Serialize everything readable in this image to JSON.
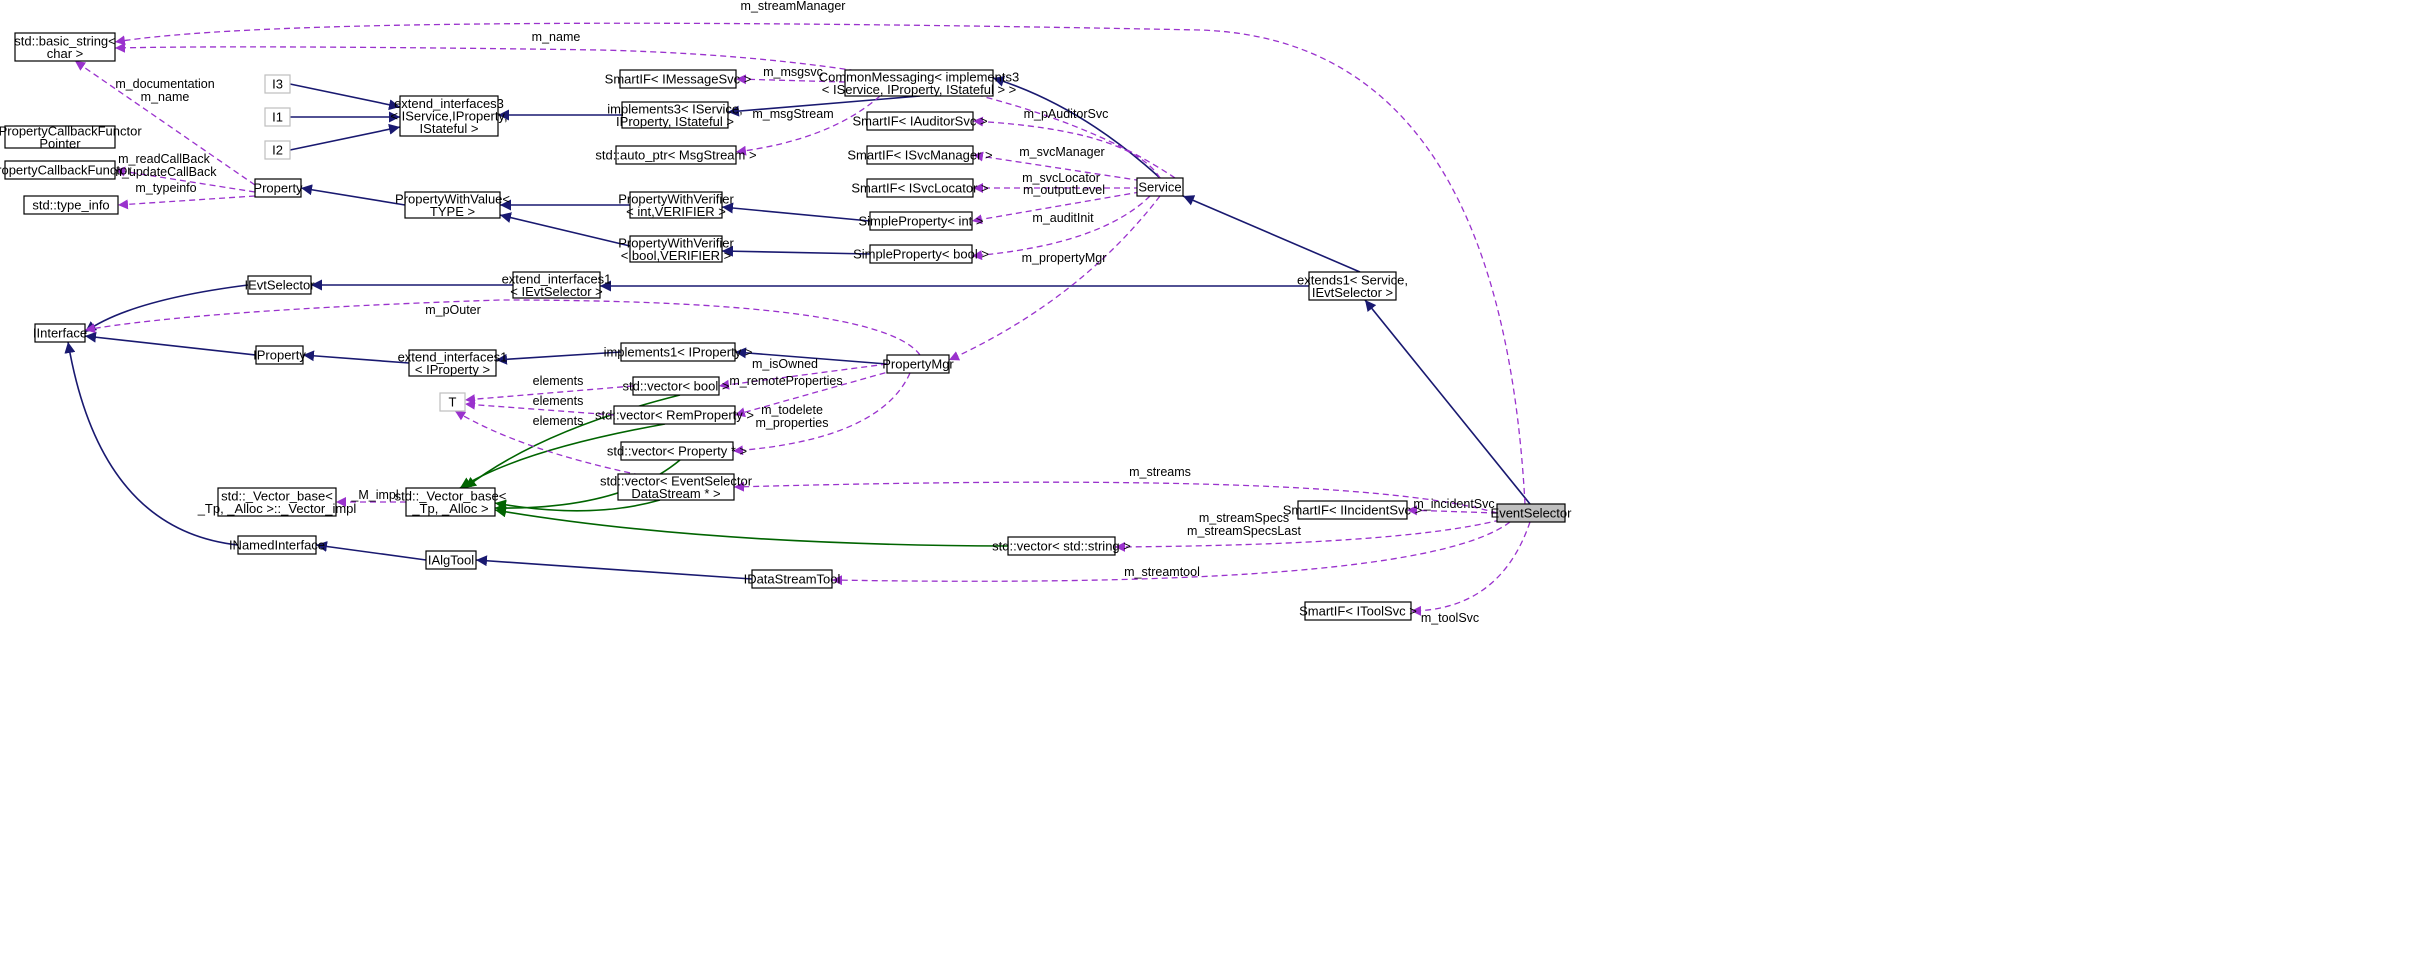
{
  "colors": {
    "inheritance": "#191970",
    "template": "#006400",
    "usage": "#9a32cd",
    "highlight_fill": "#bfbfbf",
    "gray_border": "#bfbfbf"
  },
  "nodes": {
    "basic_string": [
      "std::basic_string<",
      "char >"
    ],
    "null_prop_cb": [
      "nullPropertyCallbackFunctor",
      "Pointer"
    ],
    "prop_cb_functor": [
      "PropertyCallbackFunctor"
    ],
    "type_info": [
      "std::type_info"
    ],
    "I3": [
      "I3"
    ],
    "I1": [
      "I1"
    ],
    "I2": [
      "I2"
    ],
    "extend_if3": [
      "extend_interfaces3",
      "< IService,IProperty,",
      "IStateful >"
    ],
    "property": [
      "Property"
    ],
    "pwv": [
      "PropertyWithValue<",
      "TYPE >"
    ],
    "smartif_msgsvc": [
      "SmartIF< IMessageSvc >"
    ],
    "impl3": [
      "implements3< IService,",
      "IProperty, IStateful >"
    ],
    "auto_ptr": [
      "std::auto_ptr< MsgStream >"
    ],
    "commonmsg": [
      "CommonMessaging< implements3",
      "< IService, IProperty, IStateful > >"
    ],
    "smartif_auditor": [
      "SmartIF< IAuditorSvc >"
    ],
    "smartif_svcmgr": [
      "SmartIF< ISvcManager >"
    ],
    "smartif_svcloc": [
      "SmartIF< ISvcLocator >"
    ],
    "pwver_int": [
      "PropertyWithVerifier",
      "< int,VERIFIER >"
    ],
    "pwver_bool": [
      "PropertyWithVerifier",
      "< bool,VERIFIER >"
    ],
    "simple_int": [
      "SimpleProperty< int >"
    ],
    "simple_bool": [
      "SimpleProperty< bool >"
    ],
    "service": [
      "Service"
    ],
    "ievtselector": [
      "IEvtSelector"
    ],
    "extend_if1_evt": [
      "extend_interfaces1",
      "< IEvtSelector >"
    ],
    "extends1": [
      "extends1< Service,",
      "IEvtSelector >"
    ],
    "iinterface": [
      "IInterface"
    ],
    "iproperty": [
      "IProperty"
    ],
    "extend_if1_prop": [
      "extend_interfaces1",
      "< IProperty >"
    ],
    "impl1_prop": [
      "implements1< IProperty >"
    ],
    "propertymgr": [
      "PropertyMgr"
    ],
    "T": [
      "T"
    ],
    "vec_bool": [
      "std::vector< bool >"
    ],
    "vec_remprop": [
      "std::vector< RemProperty >"
    ],
    "vec_propptr": [
      "std::vector< Property * >"
    ],
    "vec_evtsel": [
      "std::vector< EventSelector",
      "DataStream * >"
    ],
    "vector_base": [
      "std::_Vector_base<",
      "_Tp, _Alloc >"
    ],
    "vector_impl": [
      "std::_Vector_base<",
      "_Tp, _Alloc >::_Vector_impl"
    ],
    "inamed": [
      "INamedInterface"
    ],
    "ialgtool": [
      "IAlgTool"
    ],
    "vec_string": [
      "std::vector< std::string >"
    ],
    "idatastreamtool": [
      "IDataStreamTool"
    ],
    "smartif_incident": [
      "SmartIF< IIncidentSvc >"
    ],
    "eventselector": [
      "EventSelector"
    ],
    "smartif_toolsvc": [
      "SmartIF< IToolSvc >"
    ]
  },
  "edge_labels": {
    "m_streamManager": [
      "m_streamManager"
    ],
    "m_name_top": [
      "m_name"
    ],
    "m_doc_name": [
      "m_documentation",
      "m_name"
    ],
    "m_msgsvc": [
      "m_msgsvc"
    ],
    "m_msgStream": [
      "m_msgStream"
    ],
    "m_pAuditorSvc": [
      "m_pAuditorSvc"
    ],
    "m_svcManager": [
      "m_svcManager"
    ],
    "m_svcLocator": [
      "m_svcLocator"
    ],
    "m_outputLevel": [
      "m_outputLevel"
    ],
    "m_auditInit": [
      "m_auditInit"
    ],
    "m_propertyMgr": [
      "m_propertyMgr"
    ],
    "m_callbacks": [
      "m_readCallBack",
      "m_updateCallBack"
    ],
    "m_typeinfo": [
      "m_typeinfo"
    ],
    "m_pOuter": [
      "m_pOuter"
    ],
    "m_isOwned": [
      "m_isOwned"
    ],
    "m_remoteProperties": [
      "m_remoteProperties"
    ],
    "elements_1": [
      "elements"
    ],
    "elements_2": [
      "elements"
    ],
    "elements_3": [
      "elements"
    ],
    "m_todelete": [
      "m_todelete",
      "m_properties"
    ],
    "M_impl": [
      "_M_impl"
    ],
    "m_streams": [
      "m_streams"
    ],
    "m_incidentSvc": [
      "m_incidentSvc"
    ],
    "m_streamSpecs": [
      "m_streamSpecs",
      "m_streamSpecsLast"
    ],
    "m_streamtool": [
      "m_streamtool"
    ],
    "m_toolSvc": [
      "m_toolSvc"
    ]
  }
}
